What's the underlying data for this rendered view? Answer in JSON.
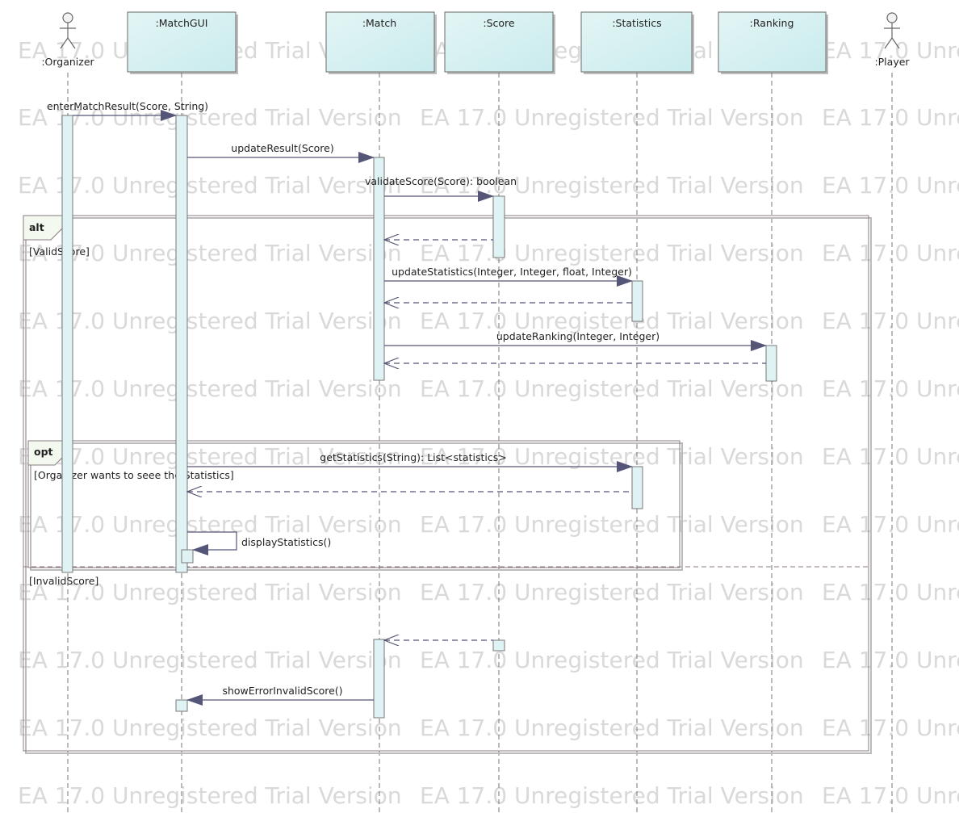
{
  "watermark": "EA 17.0 Unregistered Trial Version",
  "participants": [
    {
      "id": "organizer",
      "type": "actor",
      "label": ":Organizer"
    },
    {
      "id": "matchgui",
      "type": "object",
      "label": ":MatchGUI"
    },
    {
      "id": "match",
      "type": "object",
      "label": ":Match"
    },
    {
      "id": "score",
      "type": "object",
      "label": ":Score"
    },
    {
      "id": "statistics",
      "type": "object",
      "label": ":Statistics"
    },
    {
      "id": "ranking",
      "type": "object",
      "label": ":Ranking"
    },
    {
      "id": "player",
      "type": "actor",
      "label": ":Player"
    }
  ],
  "messages": [
    {
      "id": "m1",
      "label": "enterMatchResult(Score, String)",
      "from": "organizer",
      "to": "matchgui",
      "kind": "sync"
    },
    {
      "id": "m2",
      "label": "updateResult(Score)",
      "from": "matchgui",
      "to": "match",
      "kind": "sync"
    },
    {
      "id": "m3",
      "label": "validateScore(Score): boolean",
      "from": "match",
      "to": "score",
      "kind": "sync"
    },
    {
      "id": "m3r",
      "label": "",
      "from": "score",
      "to": "match",
      "kind": "return"
    },
    {
      "id": "m4",
      "label": "updateStatistics(Integer, Integer, float, Integer)",
      "from": "match",
      "to": "statistics",
      "kind": "sync"
    },
    {
      "id": "m4r",
      "label": "",
      "from": "statistics",
      "to": "match",
      "kind": "return"
    },
    {
      "id": "m5",
      "label": "updateRanking(Integer, Integer)",
      "from": "match",
      "to": "ranking",
      "kind": "sync"
    },
    {
      "id": "m5r",
      "label": "",
      "from": "ranking",
      "to": "match",
      "kind": "return"
    },
    {
      "id": "m6",
      "label": "getStatistics(String): List<statistics>",
      "from": "matchgui",
      "to": "statistics",
      "kind": "sync"
    },
    {
      "id": "m6r",
      "label": "",
      "from": "statistics",
      "to": "matchgui",
      "kind": "return"
    },
    {
      "id": "m7",
      "label": "displayStatistics()",
      "from": "matchgui",
      "to": "matchgui",
      "kind": "self"
    },
    {
      "id": "m8r",
      "label": "",
      "from": "score",
      "to": "match",
      "kind": "return"
    },
    {
      "id": "m9",
      "label": "showErrorInvalidScore()",
      "from": "match",
      "to": "matchgui",
      "kind": "sync"
    }
  ],
  "fragments": [
    {
      "id": "alt",
      "operator": "alt",
      "guards": [
        "[ValidScore]",
        "[InvalidScore]"
      ]
    },
    {
      "id": "opt",
      "operator": "opt",
      "guards": [
        "[Organizer wants to seee  the Statistics]"
      ]
    }
  ],
  "colors": {
    "box_fill": "#dff3f4",
    "box_fill_light": "#eefafa",
    "box_stroke": "#6a6a6a",
    "line": "#555577",
    "frame": "#8a7a80",
    "watermark": "#d9d9d9"
  }
}
